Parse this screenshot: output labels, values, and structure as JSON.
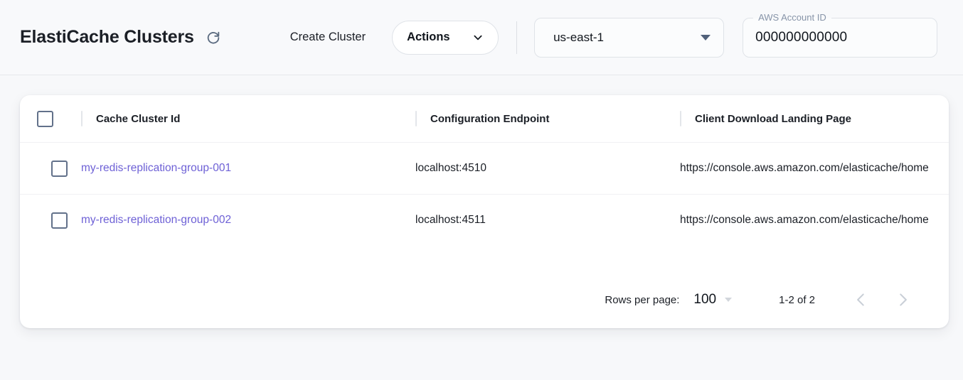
{
  "header": {
    "title": "ElastiCache Clusters",
    "refresh_icon": "refresh-icon",
    "create_cluster_label": "Create Cluster",
    "actions": {
      "label": "Actions",
      "icon": "chevron-down-icon"
    },
    "region": {
      "value": "us-east-1",
      "icon": "caret-down-icon"
    },
    "account": {
      "label": "AWS Account ID",
      "value": "000000000000",
      "placeholder": "AWS Account ID"
    }
  },
  "table": {
    "select_all_checkbox": false,
    "columns": [
      {
        "key": "check",
        "label": ""
      },
      {
        "key": "id",
        "label": "Cache Cluster Id"
      },
      {
        "key": "cfg",
        "label": "Configuration Endpoint"
      },
      {
        "key": "client",
        "label": "Client Download Landing Page"
      }
    ],
    "rows": [
      {
        "checked": false,
        "cluster_id": "my-redis-replication-group-001",
        "configuration_endpoint": "localhost:4510",
        "client_download_landing_page": "https://console.aws.amazon.com/elasticache/home"
      },
      {
        "checked": false,
        "cluster_id": "my-redis-replication-group-002",
        "configuration_endpoint": "localhost:4511",
        "client_download_landing_page": "https://console.aws.amazon.com/elasticache/home"
      }
    ]
  },
  "pagination": {
    "rows_per_page_label": "Rows per page:",
    "rows_per_page_value": "100",
    "range_label": "1-2 of 2",
    "prev_icon": "chevron-left-icon",
    "next_icon": "chevron-right-icon"
  },
  "colors": {
    "page_background": "#f7f8fa",
    "header_background": "#f8f9fb",
    "card_background": "#ffffff",
    "link": "#6e61d6",
    "text_primary": "#1b1f26",
    "label_muted": "#8794a8",
    "border": "#dfe3e8"
  }
}
